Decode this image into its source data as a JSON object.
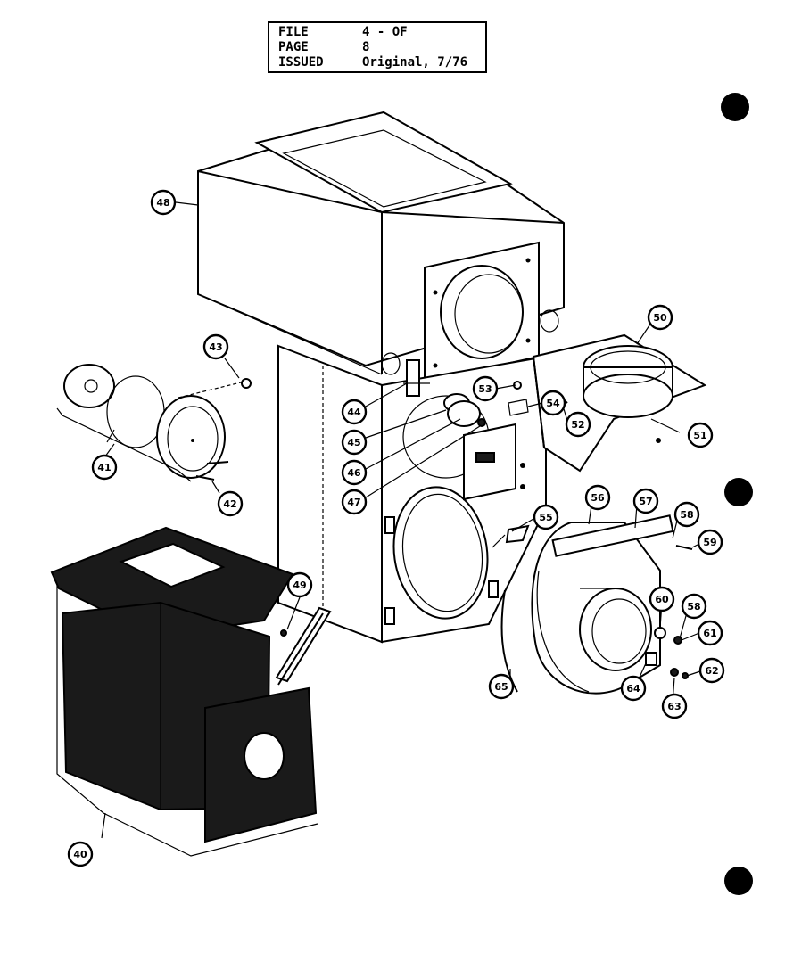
{
  "header": {
    "file_label": "FILE",
    "file_value": "4 - OF",
    "page_label": "PAGE",
    "page_value": "8",
    "issued_label": "ISSUED",
    "issued_value": "Original, 7/76"
  },
  "callouts": [
    {
      "id": "c41",
      "label": "41"
    },
    {
      "id": "c42",
      "label": "42"
    },
    {
      "id": "c43",
      "label": "43"
    },
    {
      "id": "c44",
      "label": "44"
    },
    {
      "id": "c45",
      "label": "45"
    },
    {
      "id": "c46",
      "label": "46"
    },
    {
      "id": "c47",
      "label": "47"
    },
    {
      "id": "c48",
      "label": "48"
    },
    {
      "id": "c49",
      "label": "49"
    },
    {
      "id": "c40",
      "label": "40"
    },
    {
      "id": "c50",
      "label": "50"
    },
    {
      "id": "c51",
      "label": "51"
    },
    {
      "id": "c52",
      "label": "52"
    },
    {
      "id": "c53",
      "label": "53"
    },
    {
      "id": "c54",
      "label": "54"
    },
    {
      "id": "c55",
      "label": "55"
    },
    {
      "id": "c56",
      "label": "56"
    },
    {
      "id": "c57",
      "label": "57"
    },
    {
      "id": "c58",
      "label": "58"
    },
    {
      "id": "c59",
      "label": "59"
    },
    {
      "id": "c60",
      "label": "60"
    },
    {
      "id": "c58b",
      "label": "58"
    },
    {
      "id": "c61",
      "label": "61"
    },
    {
      "id": "c62",
      "label": "62"
    },
    {
      "id": "c63",
      "label": "63"
    },
    {
      "id": "c64",
      "label": "64"
    },
    {
      "id": "c65",
      "label": "65"
    }
  ]
}
